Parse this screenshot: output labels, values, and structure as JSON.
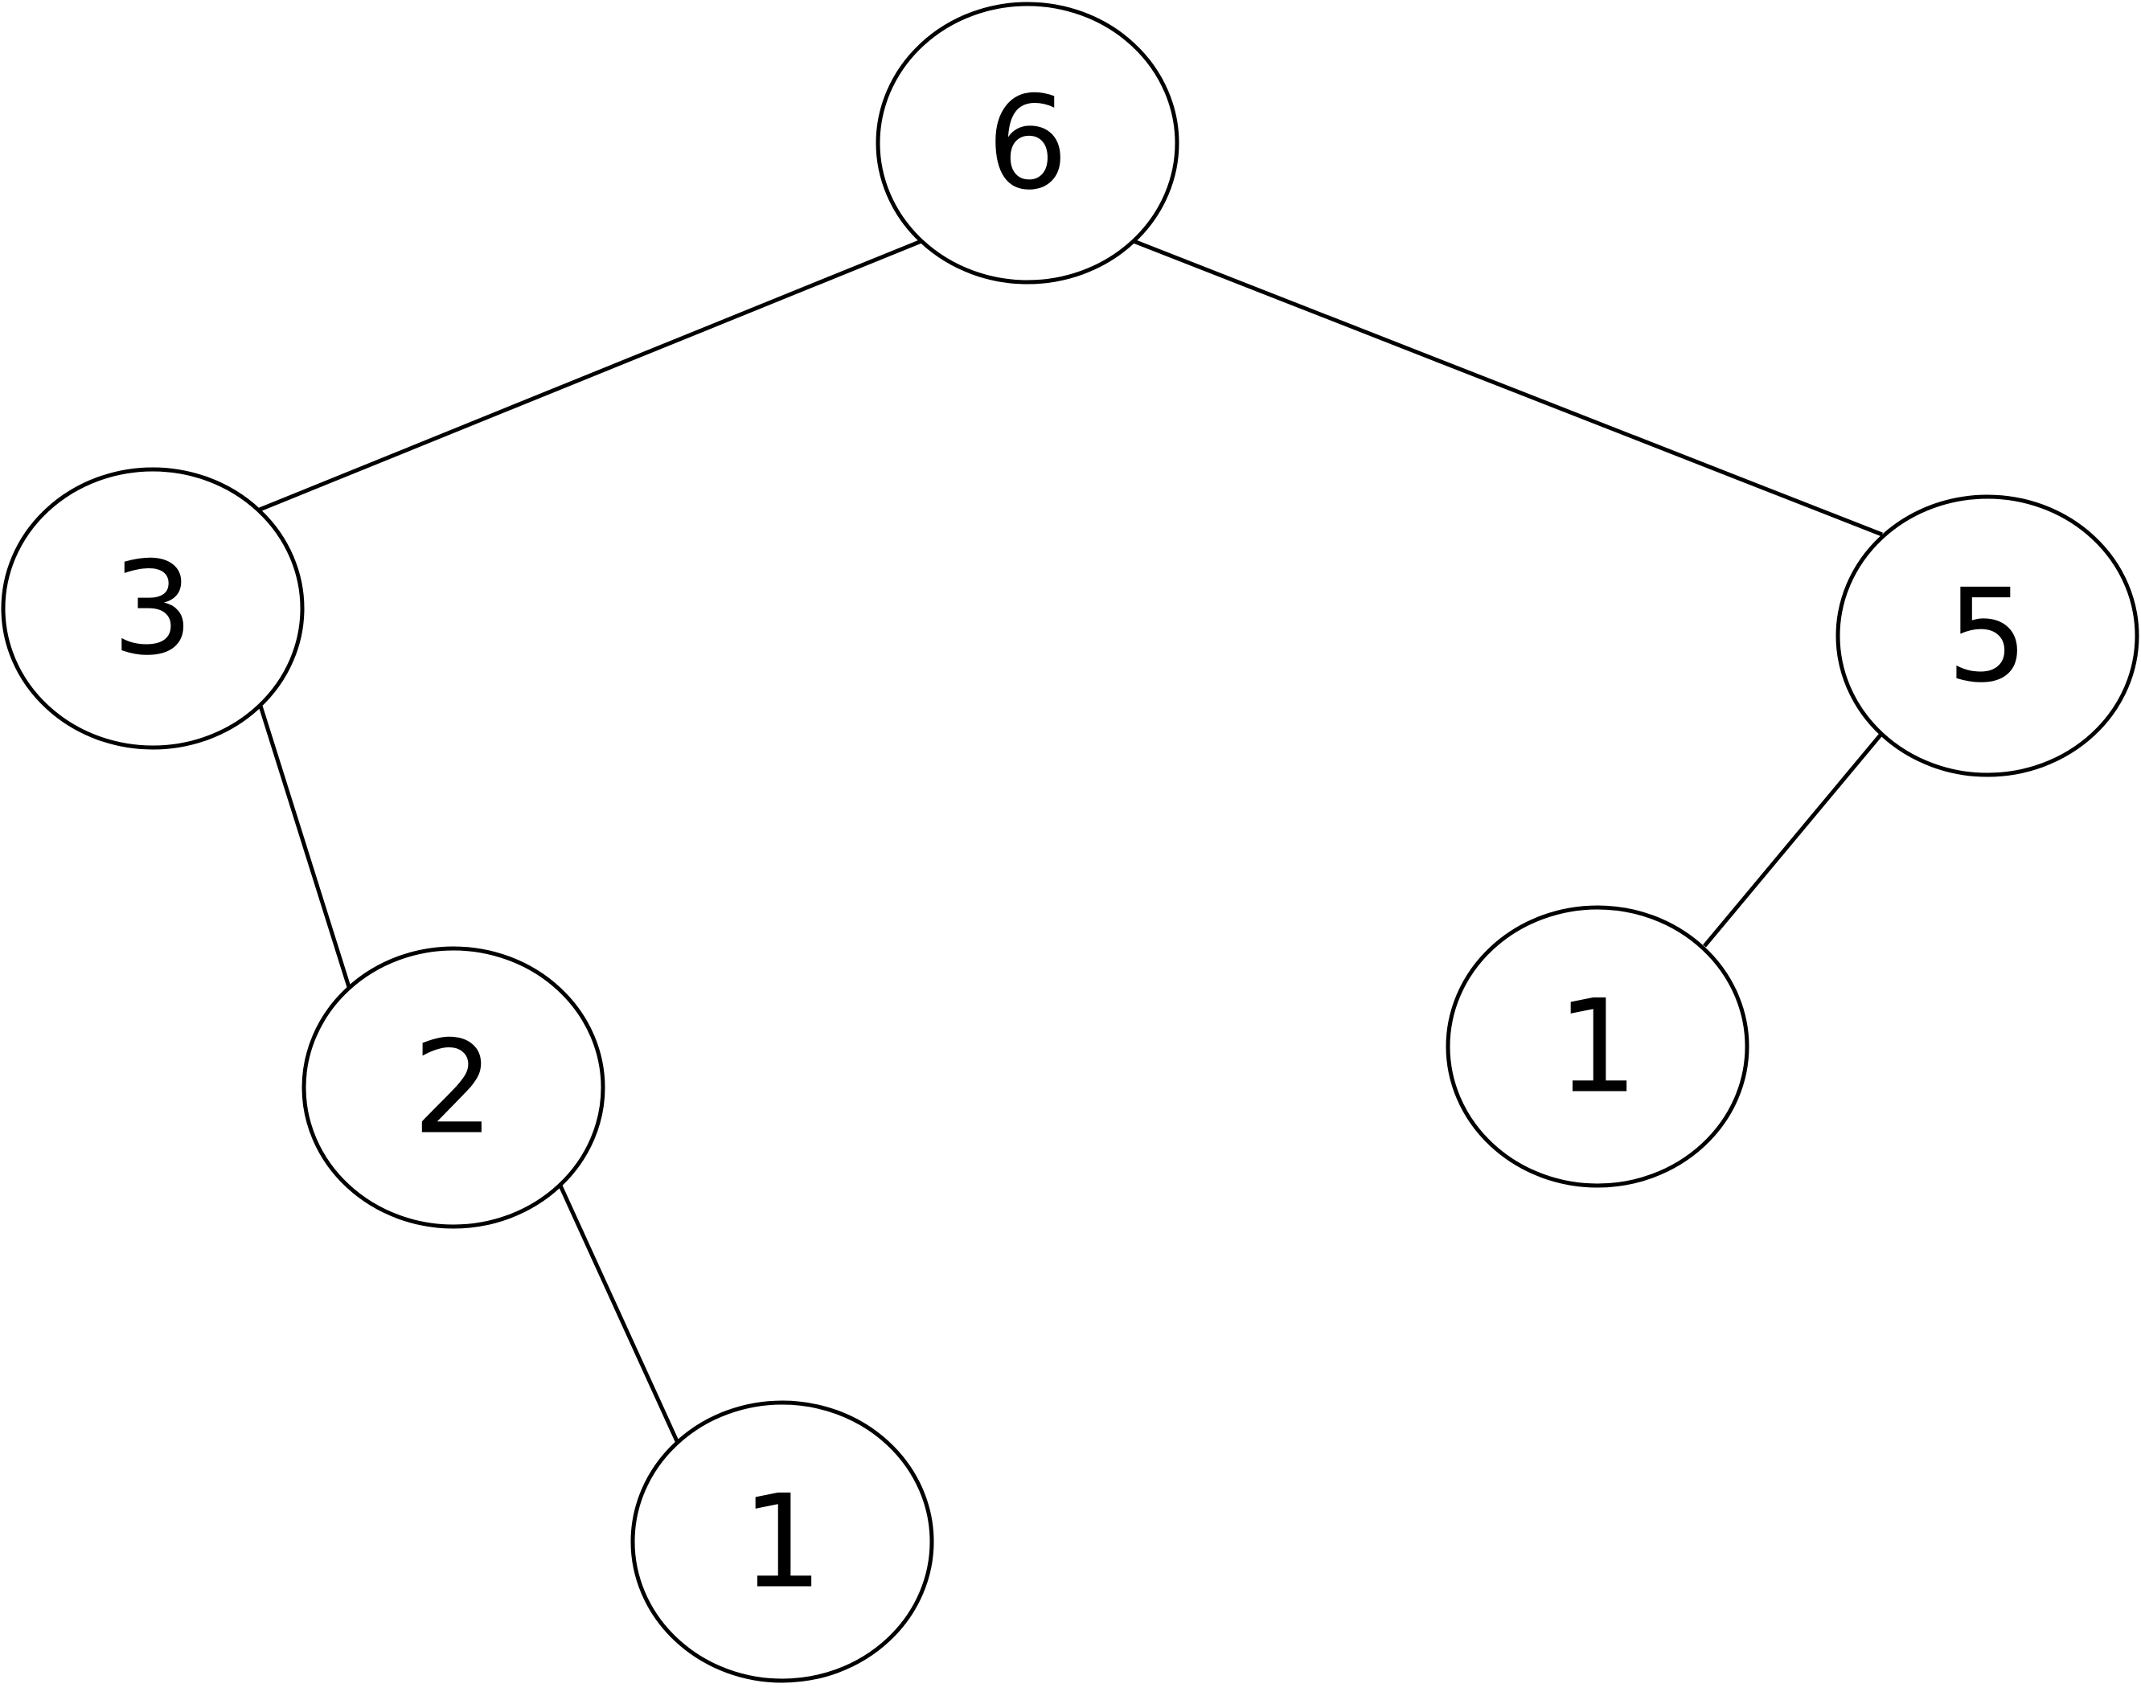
{
  "tree": {
    "nodes": [
      {
        "id": "root",
        "label": "6"
      },
      {
        "id": "left",
        "label": "3"
      },
      {
        "id": "right",
        "label": "5"
      },
      {
        "id": "left-right",
        "label": "2"
      },
      {
        "id": "right-left",
        "label": "1"
      },
      {
        "id": "left-right-right",
        "label": "1"
      }
    ],
    "edges": [
      {
        "from": "root",
        "to": "left"
      },
      {
        "from": "root",
        "to": "right"
      },
      {
        "from": "left",
        "to": "left-right"
      },
      {
        "from": "right",
        "to": "right-left"
      },
      {
        "from": "left-right",
        "to": "left-right-right"
      }
    ],
    "colors": {
      "stroke": "#000000",
      "fill": "#ffffff",
      "text": "#000000"
    }
  }
}
